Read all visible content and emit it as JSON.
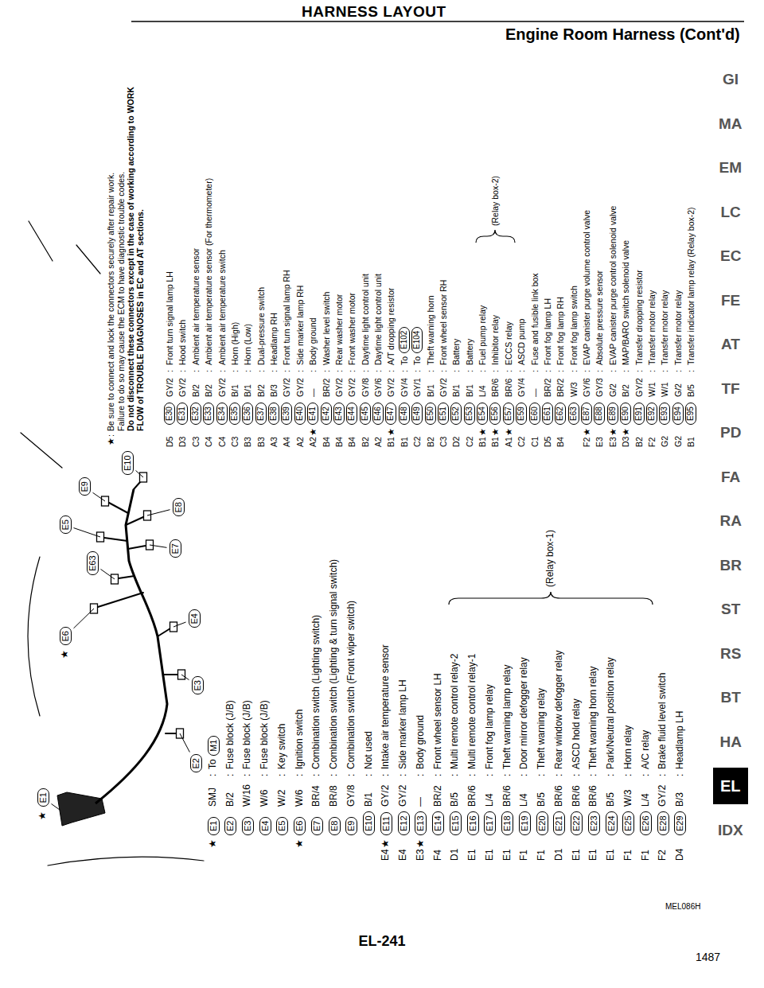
{
  "diagram": {
    "title": "HARNESS LAYOUT",
    "nodes": [
      {
        "text": [
          "E1"
        ]
      },
      {
        "text": [
          "E2"
        ]
      },
      {
        "text": [
          "E3"
        ]
      },
      {
        "text": [
          "E4"
        ]
      },
      {
        "text": [
          "E6"
        ]
      },
      {
        "text": [
          "E63"
        ]
      },
      {
        "text": [
          "E5"
        ]
      },
      {
        "text": [
          "E7"
        ]
      },
      {
        "text": [
          "E8"
        ]
      },
      {
        "text": [
          "E9"
        ]
      },
      {
        "text": [
          "E10"
        ]
      },
      {
        "text": [
          "E1"
        ]
      },
      {
        "text": [
          "M1"
        ]
      },
      {
        "text": [
          "E2"
        ]
      },
      {
        "text": [
          "E3"
        ]
      },
      {
        "text": [
          "E4"
        ]
      },
      {
        "text": [
          "E5"
        ]
      },
      {
        "text": [
          "E6"
        ]
      },
      {
        "text": [
          "E7"
        ]
      },
      {
        "text": [
          "E8"
        ]
      },
      {
        "text": [
          "E9"
        ]
      },
      {
        "text": [
          "E10"
        ]
      },
      {
        "text": [
          "E11"
        ]
      },
      {
        "text": [
          "E12"
        ]
      },
      {
        "text": [
          "E13"
        ]
      },
      {
        "text": [
          "E14"
        ]
      },
      {
        "text": [
          "E15"
        ]
      },
      {
        "text": [
          "E16"
        ]
      },
      {
        "text": [
          "E17"
        ]
      },
      {
        "text": [
          "E18"
        ]
      },
      {
        "text": [
          "E19"
        ]
      },
      {
        "text": [
          "E20"
        ]
      },
      {
        "text": [
          "E21"
        ]
      },
      {
        "text": [
          "E22"
        ]
      },
      {
        "text": [
          "E23"
        ]
      },
      {
        "text": [
          "E24"
        ]
      },
      {
        "text": [
          "E25"
        ]
      },
      {
        "text": [
          "E26"
        ]
      },
      {
        "text": [
          "E28"
        ]
      },
      {
        "text": [
          "E29"
        ]
      },
      {
        "text": [
          "E30"
        ]
      },
      {
        "text": [
          "E31"
        ]
      },
      {
        "text": [
          "E32"
        ]
      },
      {
        "text": [
          "E33"
        ]
      },
      {
        "text": [
          "E34"
        ]
      },
      {
        "text": [
          "E35"
        ]
      },
      {
        "text": [
          "E36"
        ]
      },
      {
        "text": [
          "E37"
        ]
      },
      {
        "text": [
          "E38"
        ]
      },
      {
        "text": [
          "E39"
        ]
      },
      {
        "text": [
          "E40"
        ]
      },
      {
        "text": [
          "E41"
        ]
      },
      {
        "text": [
          "E42"
        ]
      },
      {
        "text": [
          "E43"
        ]
      },
      {
        "text": [
          "E44"
        ]
      },
      {
        "text": [
          "E45"
        ]
      },
      {
        "text": [
          "E46"
        ]
      },
      {
        "text": [
          "E47"
        ]
      },
      {
        "text": [
          "E48"
        ]
      },
      {
        "text": [
          "E102"
        ]
      },
      {
        "text": [
          "E49"
        ]
      },
      {
        "text": [
          "E104"
        ]
      },
      {
        "text": [
          "E50"
        ]
      },
      {
        "text": [
          "E51"
        ]
      },
      {
        "text": [
          "E52"
        ]
      },
      {
        "text": [
          "E53"
        ]
      },
      {
        "text": [
          "E54"
        ]
      },
      {
        "text": [
          "E56"
        ]
      },
      {
        "text": [
          "E57"
        ]
      },
      {
        "text": [
          "E59"
        ]
      },
      {
        "text": [
          "E60"
        ]
      },
      {
        "text": [
          "E61"
        ]
      },
      {
        "text": [
          "E62"
        ]
      },
      {
        "text": [
          "E63"
        ]
      },
      {
        "text": [
          "E87"
        ]
      },
      {
        "text": [
          "E88"
        ]
      },
      {
        "text": [
          "E89"
        ]
      },
      {
        "text": [
          "E90"
        ]
      },
      {
        "text": [
          "E91"
        ]
      },
      {
        "text": [
          "E92"
        ]
      },
      {
        "text": [
          "E93"
        ]
      },
      {
        "text": [
          "E94"
        ]
      },
      {
        "text": [
          "E95"
        ]
      },
      {
        "text": [
          "EL"
        ]
      }
    ],
    "labels": [
      "Engine Room Harness (Cont'd)",
      "★",
      ":",
      "Be sure to connect and lock the connectors securely after repair work.",
      "Failure to do so may cause the ECM to have diagnostic trouble codes.",
      "Do not disconnect these connectors except in the case of working according to WORK FLOW of TROUBLE DIAGNOSES in EC and AT sections.",
      "★",
      "★",
      "★",
      "SMJ",
      ":",
      "To",
      "B/2",
      ":",
      "Fuse block (J/B)",
      "W/16",
      ":",
      "Fuse block (J/B)",
      "W/6",
      ":",
      "Fuse block (J/B)",
      "W/2",
      ":",
      "Key switch",
      "★",
      "W/6",
      ":",
      "Ignition switch",
      "BR/4",
      ":",
      "Combination switch (Lighting switch)",
      "BR/8",
      ":",
      "Combination switch (Lighting & turn signal switch)",
      "GY/8",
      ":",
      "Combination switch (Front wiper switch)",
      "B/1",
      ":",
      "Not used",
      "E4",
      "★",
      "GY/2",
      ":",
      "Intake air temperature sensor",
      "E4",
      "GY/2",
      ":",
      "Side marker lamp LH",
      "E3",
      "★",
      "—",
      ":",
      "Body ground",
      "F4",
      "BR/2",
      ":",
      "Front wheel sensor LH",
      "D1",
      "B/5",
      ":",
      "Multi remote control relay-2",
      "E1",
      "BR/6",
      ":",
      "Multi remote control relay-1",
      "E1",
      "L/4",
      ":",
      "Front fog lamp relay",
      "E1",
      "BR/6",
      ":",
      "Theft warning lamp relay",
      "F1",
      "L/4",
      ":",
      "Door mirror defogger relay",
      "F1",
      "B/5",
      ":",
      "Theft warning relay",
      "D1",
      "BR/6",
      ":",
      "Rear window defogger relay",
      "E1",
      "BR/6",
      ":",
      "ASCD hold relay",
      "E1",
      "BR/6",
      ":",
      "Theft warning horn relay",
      "E1",
      "B/5",
      ":",
      "Park/Neutral position relay",
      "F1",
      "W/3",
      ":",
      "Horn relay",
      "F1",
      "L/4",
      ":",
      "A/C relay",
      "F2",
      "GY/2",
      ":",
      "Brake fluid level switch",
      "D4",
      "B/3",
      ":",
      "Headlamp LH",
      "(Relay box-1)",
      "D5",
      "GY/2",
      ":",
      "Front turn signal lamp LH",
      "D3",
      "GY/2",
      ":",
      "Hood switch",
      "C3",
      "B/2",
      ":",
      "Ambient air temperature sensor",
      "C4",
      "B/2",
      ":",
      "Ambient air temperature sensor (For thermometer)",
      "C4",
      "GY/2",
      ":",
      "Ambient air temperature switch",
      "C3",
      "B/1",
      ":",
      "Horn (High)",
      "B3",
      "B/1",
      ":",
      "Horn (Low)",
      "B3",
      "B/2",
      ":",
      "Dual-pressure switch",
      "A3",
      "B/3",
      ":",
      "Headlamp RH",
      "A4",
      "GY/2",
      ":",
      "Front turn signal lamp RH",
      "A2",
      "GY/2",
      ":",
      "Side marker lamp RH",
      "A2",
      "★",
      "—",
      ":",
      "Body ground",
      "B4",
      "BR/2",
      ":",
      "Washer level switch",
      "B4",
      "GY/2",
      ":",
      "Rear washer motor",
      "B4",
      "GY/2",
      ":",
      "Front washer motor",
      "B2",
      "GY/8",
      ":",
      "Daytime light control unit",
      "A2",
      "GY/6",
      ":",
      "Daytime light control unit",
      "B1",
      "★",
      "GY/2",
      ":",
      "A/T dropping resistor",
      "B1",
      "GY/4",
      ":",
      "To",
      "C2",
      "GY/1",
      ":",
      "To",
      "B2",
      "B/1",
      ":",
      "Theft warning horn",
      "C3",
      "GY/2",
      ":",
      "Front wheel sensor RH",
      "D2",
      "B/1",
      ":",
      "Battery",
      "C2",
      "B/1",
      ":",
      "Battery",
      "B1",
      "★",
      "L/4",
      ":",
      "Fuel pump relay",
      "B1",
      "★",
      "BR/6",
      ":",
      "Inhibitor relay",
      "A1",
      "★",
      "BR/6",
      ":",
      "ECCS relay",
      "C2",
      "GY/4",
      ":",
      "ASCD pump",
      "C1",
      "—",
      ":",
      "Fuse and fusible link box",
      "D5",
      "BR/2",
      ":",
      "Front fog lamp LH",
      "B4",
      "BR/2",
      ":",
      "Front fog lamp RH",
      "W/3",
      ":",
      "Front fog lamp switch",
      "F2",
      "★",
      "GY/6",
      ":",
      "EVAP canister purge volume control valve",
      "E3",
      "GY/3",
      ":",
      "Absolute pressure sensor",
      "E3",
      "★",
      "G/2",
      ":",
      "EVAP canister purge control solenoid valve",
      "D3",
      "★",
      "B/2",
      ":",
      "MAP/BARO switch solenoid valve",
      "B2",
      "GY/2",
      ":",
      "Transfer dropping resistor",
      "F2",
      "W/1",
      ":",
      "Transfer motor relay",
      "G2",
      "W/1",
      ":",
      "Transfer motor relay",
      "G2",
      "G/2",
      ":",
      "Transfer motor relay",
      "B1",
      "B/5",
      ":",
      "Transfer indicator lamp relay (Relay box-2)",
      "(Relay box-2)",
      "GI",
      "MA",
      "EM",
      "LC",
      "EC",
      "FE",
      "AT",
      "TF",
      "PD",
      "FA",
      "RA",
      "BR",
      "ST",
      "RS",
      "BT",
      "HA",
      "IDX",
      "MEL086H",
      "EL-241",
      "1487"
    ]
  }
}
